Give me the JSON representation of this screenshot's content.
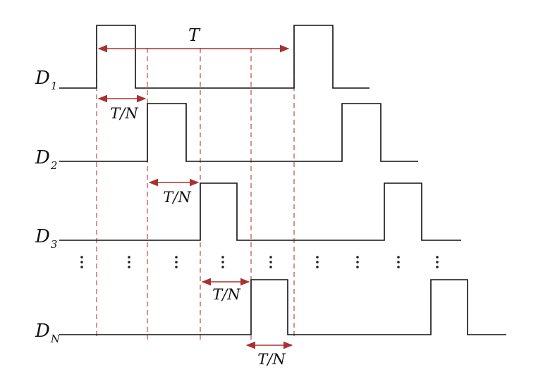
{
  "signals": [
    {
      "name": "D",
      "sub": "1"
    },
    {
      "name": "D",
      "sub": "2"
    },
    {
      "name": "D",
      "sub": "3"
    },
    {
      "name": "D",
      "sub": "N"
    }
  ],
  "annotations": {
    "period": "T",
    "offset": "T/N"
  },
  "colors": {
    "waveform": "#111111",
    "guide_lines": "#b03a3a",
    "arrows": "#a83232"
  }
}
